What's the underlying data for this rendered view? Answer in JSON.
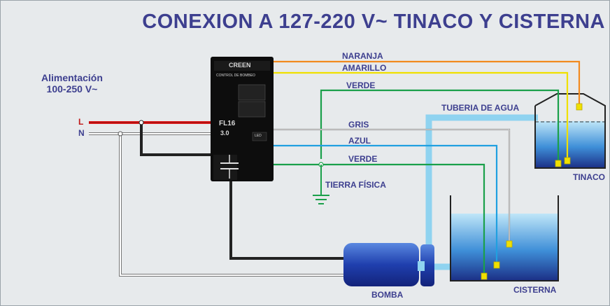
{
  "title": "CONEXION A 127-220 V~ TINACO Y CISTERNA",
  "supply": {
    "line1": "Alimentación",
    "line2": "100-250 V~"
  },
  "terminals": {
    "line": "L",
    "neutral": "N"
  },
  "wires": {
    "naranja": "NARANJA",
    "amarillo": "AMARILLO",
    "verde_tinaco": "VERDE",
    "gris": "GRIS",
    "azul": "AZUL",
    "verde_cisterna": "VERDE"
  },
  "labels": {
    "tuberia": "TUBERIA DE AGUA",
    "tierra": "TIERRA FÍSICA",
    "tinaco": "TINACO",
    "cisterna": "CISTERNA",
    "bomba": "BOMBA"
  },
  "controller": {
    "brand": "CREEN",
    "subtitle": "CONTROL DE BOMBEO",
    "model": "FL16",
    "version": "3.0",
    "badge": "LED"
  },
  "colors": {
    "orange": "#f28a1f",
    "yellow": "#f0e000",
    "green": "#1aa04a",
    "blue": "#20a0e0",
    "gray": "#9a9a9a",
    "red": "#e02020",
    "pipe": "#8fd3f0",
    "title": "#3d3f8f"
  }
}
